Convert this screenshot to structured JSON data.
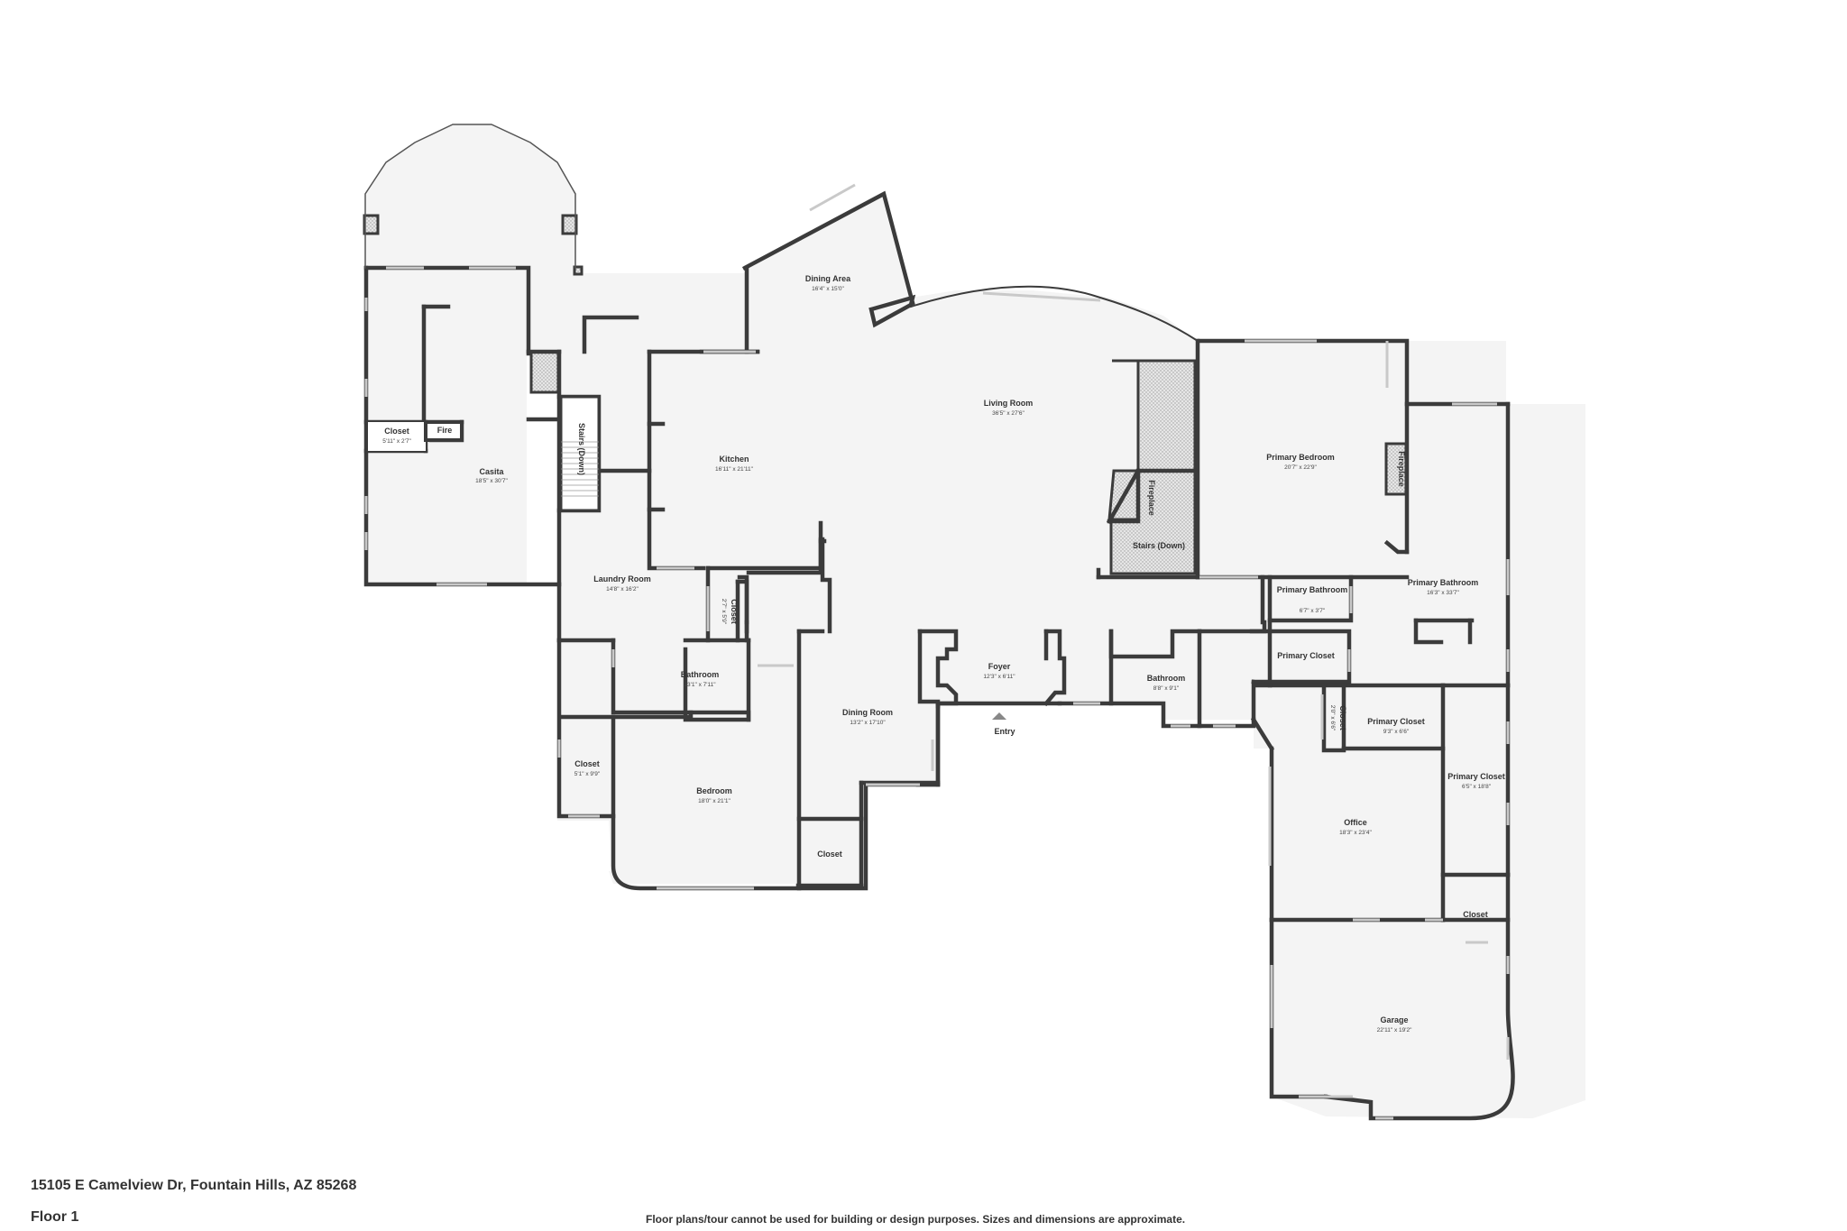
{
  "address": "15105 E Camelview Dr, Fountain Hills, AZ 85268",
  "floor_label": "Floor 1",
  "disclaimer": "Floor plans/tour cannot be used for building or design purposes. Sizes and dimensions are approximate.",
  "entry_label": "Entry",
  "rooms": {
    "casita": {
      "name": "Casita",
      "dims": "18'5\" x 30'7\""
    },
    "casita_closet": {
      "name": "Closet",
      "dims": "5'11\" x 2'7\""
    },
    "casita_fire": {
      "name": "Fire"
    },
    "stairs_casita": {
      "name": "Stairs (Down)"
    },
    "dining_area": {
      "name": "Dining Area",
      "dims": "16'4\" x 15'0\""
    },
    "kitchen": {
      "name": "Kitchen",
      "dims": "16'11\" x 21'11\""
    },
    "living_room": {
      "name": "Living Room",
      "dims": "36'5\" x 27'6\""
    },
    "fireplace_living": {
      "name": "Fireplace"
    },
    "stairs_living": {
      "name": "Stairs (Down)"
    },
    "primary_bedroom": {
      "name": "Primary Bedroom",
      "dims": "20'7\" x 22'9\""
    },
    "fireplace_primary": {
      "name": "Fireplace"
    },
    "laundry": {
      "name": "Laundry Room",
      "dims": "14'8\" x 16'2\""
    },
    "laundry_closet": {
      "name": "Closet",
      "dims": "2'7\" x 5'9\""
    },
    "bathroom_west": {
      "name": "Bathroom",
      "dims": "13'1\" x 7'11\""
    },
    "closet_west": {
      "name": "Closet",
      "dims": "5'1\" x 9'9\""
    },
    "bedroom": {
      "name": "Bedroom",
      "dims": "18'0\" x 21'1\""
    },
    "dining_room": {
      "name": "Dining Room",
      "dims": "13'2\" x 17'10\""
    },
    "closet_dining": {
      "name": "Closet"
    },
    "foyer": {
      "name": "Foyer",
      "dims": "12'3\" x 6'11\""
    },
    "bathroom_east": {
      "name": "Bathroom",
      "dims": "8'8\" x 9'1\""
    },
    "primary_bathroom_small": {
      "name": "Primary Bathroom",
      "dims": "6'7\" x 3'7\""
    },
    "primary_bathroom": {
      "name": "Primary Bathroom",
      "dims": "16'3\" x 33'7\""
    },
    "primary_closet_a": {
      "name": "Primary Closet"
    },
    "closet_small": {
      "name": "Closet",
      "dims": "2'0\" x 6'6\""
    },
    "primary_closet_b": {
      "name": "Primary Closet",
      "dims": "9'3\" x 6'6\""
    },
    "primary_closet_c": {
      "name": "Primary Closet",
      "dims": "6'5\" x 18'8\""
    },
    "office": {
      "name": "Office",
      "dims": "18'3\" x 23'4\""
    },
    "closet_office": {
      "name": "Closet"
    },
    "garage": {
      "name": "Garage",
      "dims": "22'11\" x 19'2\""
    }
  }
}
